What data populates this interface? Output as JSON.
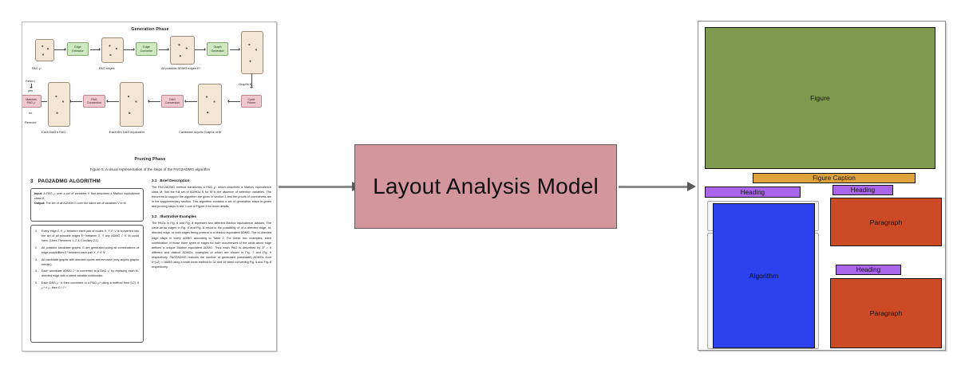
{
  "pipeline": {
    "model_box_label": "Layout Analysis Model",
    "arrow_in_name": "arrow-document-to-model",
    "arrow_out_name": "arrow-model-to-output"
  },
  "colors": {
    "model_box": "#d3969c",
    "figure": "#7f9a4e",
    "figure_caption": "#e0a33c",
    "heading": "#aa66ea",
    "algorithm": "#2b41ee",
    "paragraph": "#cc4a25",
    "page_border": "#8d8d8d",
    "arrow": "#8a8a8a"
  },
  "document": {
    "figure": {
      "generation_phase_label": "Generation Phase",
      "pruning_phase_label": "Pruning Phase",
      "caption": "Figure 5: A visual representation of the steps of the PAG2ADMG algorithm",
      "processors": [
        {
          "label": "Edge\nExtractor",
          "kind": "green"
        },
        {
          "label": "Edge\nConverter",
          "kind": "green"
        },
        {
          "label": "Graph\nGenerator",
          "kind": "green"
        },
        {
          "label": "Cycle\nPruner",
          "kind": "red"
        },
        {
          "label": "DAG\nConversion",
          "kind": "red"
        },
        {
          "label": "PAG\nConversion",
          "kind": "red"
        },
        {
          "label": "Matches\nPAG ℘",
          "kind": "red"
        }
      ],
      "stage_labels": [
        "PAG ℘",
        "PAG edges",
        "All possible ADMG edges E*",
        "Graphs G",
        "Candidate Acyclic Graphs of G",
        "Each G's DAG equivalent",
        "Each DAG's PAG",
        "Return",
        "yes",
        "no",
        "Remove"
      ]
    },
    "section": {
      "number": "3",
      "title": "PAG2ADMG ALGORITHM"
    },
    "algorithm_io": {
      "input_label": "Input:",
      "input_text": " A PAG ℘ over a set of variables V that describes a Markov equivalence class M",
      "output_label": "Output:",
      "output_text": " The set of all ADMGs G over the same set of variables V in M"
    },
    "algorithm_steps": [
      "Every edge E ∈ ℘ between each pair of nodes X, Y ∈ V is converted into the set of all possible edges E* between X, Y any ADMG ℰ ∈ M could have. (Uses Theorems 1–2 & Corollary 2.1)",
      "All possible candidate graphs G are generated using all combinations of edge possibilities E* between each pair X, Y ∈ V.",
      "All candidate graphs with directed cycles are removed (only acyclic graphs remain).",
      "Each candidate ADMG ℰ* is converted to a DAG ℘' by replacing each bi-directed edge with a latent variable confounder.",
      "Each DAG ℘' is then converted to a PAG ℘* using a method from [12]. If ℘* ≠ ℘, then G \\ ℰ*."
    ],
    "subsections": [
      {
        "number": "3.1",
        "title": "Brief Description",
        "text": "The PAG2ADMG method transforms a PAG ℘, which describes a Markov equivalence class M, into the full set of ADMGs S for M in the absence of selection variables. The theorems to support the algorithm are given in section 4 and the proofs of correctness are in the supplementary section. This algorithm contains a set of generation steps in green and pruning steps in red. Look at Figure 5 for more details."
      },
      {
        "number": "3.2",
        "title": "Illustrative Examples",
        "text": "The PAGs in Fig. 6 and Fig. 8 represent two different Markov equivalence classes. The circle-arrow edges in Fig. 6 and Fig. 8 result in the possibility of of a directed edge, bi-directed edge, or both edges being present in a Markov equivalent ADMG. The bi-directed edge stays in every ADMG according to Table 2. For these two examples, each combination of those three types of edges for both occurrences of the circle-arrow edge defines a unique Markov equivalent ADMG. Thus each PAG is described by 3² = 9 different and distinct ADMGs, examples of which are shown in Fig. 7 and Fig. 9 respectively. PAG2ADMG reduces the number of generated (candidate) ADMGs from 4^(12) = 16654 using a brute-force method to 32 and 16 when converting Fig. 6 and Fig. 8 respectively."
      }
    ]
  },
  "layout_output": {
    "blocks": [
      {
        "id": "figure",
        "label": "Figure"
      },
      {
        "id": "caption",
        "label": "Figure Caption"
      },
      {
        "id": "heading_1",
        "label": "Heading"
      },
      {
        "id": "heading_2",
        "label": "Heading"
      },
      {
        "id": "algorithm",
        "label": "Algorithm"
      },
      {
        "id": "paragraph_1",
        "label": "Paragraph"
      },
      {
        "id": "heading_3",
        "label": "Heading"
      },
      {
        "id": "paragraph_2",
        "label": "Paragraph"
      }
    ]
  }
}
